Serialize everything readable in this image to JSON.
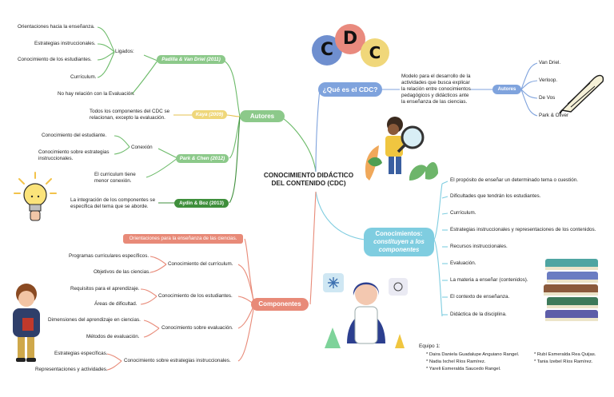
{
  "logo": {
    "letters": [
      "C",
      "D",
      "C"
    ]
  },
  "center_title": [
    "CONOCIMIENTO DIDÁCTICO",
    "DEL CONTENIDO (CDC)"
  ],
  "autores_branch": {
    "label": "Autores",
    "padilla": {
      "pill": "Padilla & Van Driel (2011)",
      "ligados": "Ligados:",
      "items": [
        "Orientaciones hacia la enseñanza.",
        "Estrategias instruccionales.",
        "Conocimiento de los estudiantes.",
        "Currículum."
      ],
      "no_hay": "No hay relación con la Evaluación."
    },
    "kaya": {
      "pill": "Kaya (2009)",
      "text": [
        "Todos los componentes del CDC se",
        "relacionan, excepto la evaluación."
      ]
    },
    "park": {
      "pill": "Park & Chen (2012)",
      "conexion": "Conexión",
      "items": [
        "Conocimiento del estudiante.",
        "Conocimiento sobre estrategias instruccionales."
      ],
      "curriculum": "El curriculum tiene menor conexión."
    },
    "aydin": {
      "pill": "Aydin & Boz (2013)",
      "text": [
        "La integración de los componentes se",
        "especifica del tema que se aborde."
      ]
    }
  },
  "que_es": {
    "label": "¿Qué es el CDC?",
    "definition": [
      "Modelo para el desarrollo de la",
      "actividades que busca explicar",
      "la relación entre conocimientos",
      "pedagógicos y didácticos ante",
      "la enseñanza de las ciencias."
    ],
    "autores_pill": "Autores",
    "authors": [
      "Van Driel.",
      "Verloop.",
      "De Vos",
      "Park & Oliver"
    ]
  },
  "conocimientos": {
    "label": [
      "Conocimientos:",
      "constituyen a los",
      "componentes"
    ],
    "items": [
      "El propósito de enseñar un determinado tema o cuestión.",
      "Dificultades que tendrán los estudiantes.",
      "Currículum.",
      "Estrategias instruccionales y representaciones de los contenidos.",
      "Recursos instruccionales.",
      "Evaluación.",
      "La materia a enseñar (contenidos).",
      "El contexto de enseñanza.",
      "Didáctica de la disciplina."
    ]
  },
  "componentes": {
    "label": "Componentes",
    "top_pill": "Orientaciones para la enseñanza de las ciencias.",
    "groups": [
      {
        "name": "Conocimiento del currículum.",
        "items": [
          "Programas curriculares específicos.",
          "Objetivos de las ciencias."
        ]
      },
      {
        "name": "Conocimiento de los estudiantes.",
        "items": [
          "Requisitos para el aprendizaje.",
          "Áreas de dificultad."
        ]
      },
      {
        "name": "Conocimiento sobre evaluación.",
        "items": [
          "Dimensiones del aprendizaje en ciencias.",
          "Métodos de evaluación."
        ]
      },
      {
        "name": "Conocimiento sobre estrategias instruccionales.",
        "items": [
          "Estrategias específicas.",
          "Representaciones y actividades."
        ]
      }
    ]
  },
  "team": {
    "title": "Equipo 1:",
    "col1": [
      "* Daira Daniela Guadalupe Anguiano Rangel.",
      "* Nadia Ixchel Ríos Ramírez.",
      "* Yareli Esmeralda Saucedo Rangel."
    ],
    "col2": [
      "* Rubí Esmeralda Rea Quijas.",
      "* Tania Izebel Ríos Ramírez."
    ]
  },
  "colors": {
    "green": "#6dbb6a",
    "yellow": "#e6c24f",
    "blue": "#7fa3dd",
    "salmon": "#e88a78",
    "circle_blue": "#6f8fcf",
    "circle_red": "#e98a7e",
    "circle_yellow": "#f0d77a"
  },
  "icons": [
    "lightbulb-icon",
    "quill-icon",
    "magnifier-kid-illustration",
    "books-icon",
    "scientist-illustration",
    "student-illustration"
  ]
}
